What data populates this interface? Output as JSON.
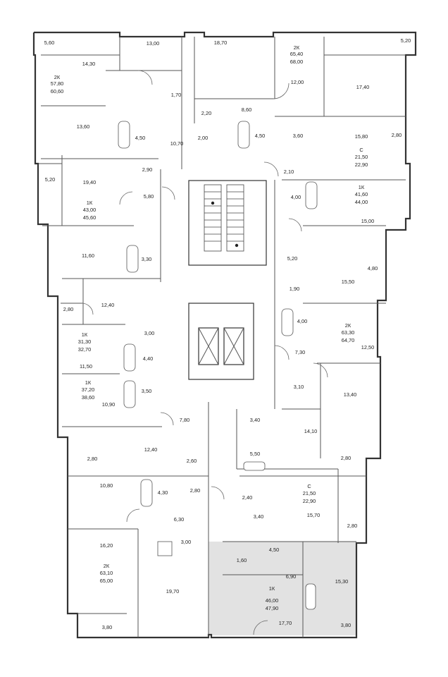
{
  "labels": {
    "t_5_60": "5,60",
    "t_13_00": "13,00",
    "t_18_70": "18,70",
    "t_5_20_top": "5,20",
    "t_14_30": "14,30",
    "t_2k_a": "2К",
    "t_57_80": "57,80",
    "t_60_60": "60,60",
    "t_2k_b": "2К",
    "t_65_40": "65,40",
    "t_68_00": "68,00",
    "t_12_00": "12,00",
    "t_17_40": "17,40",
    "t_1_70": "1,70",
    "t_2_20": "2,20",
    "t_8_60": "8,60",
    "t_13_60": "13,60",
    "t_4_50_a": "4,50",
    "t_10_70": "10,70",
    "t_2_00": "2,00",
    "t_4_50_b": "4,50",
    "t_3_60": "3,60",
    "t_15_80": "15,80",
    "t_2_80_a": "2,80",
    "t_c_a": "С",
    "t_21_50_a": "21,50",
    "t_22_90_a": "22,90",
    "t_2_90": "2,90",
    "t_2_10": "2,10",
    "t_5_20_left": "5,20",
    "t_19_40": "19,40",
    "t_1k_a": "1К",
    "t_43_00": "43,00",
    "t_45_60": "45,60",
    "t_5_80": "5,80",
    "t_4_00_a": "4,00",
    "t_1k_b": "1К",
    "t_41_60": "41,60",
    "t_44_00": "44,00",
    "t_15_00": "15,00",
    "t_11_60": "11,60",
    "t_3_30": "3,30",
    "t_5_20_mid": "5,20",
    "t_4_80": "4,80",
    "t_15_50": "15,50",
    "t_1_90": "1,90",
    "t_2_80_b": "2,80",
    "t_12_40_a": "12,40",
    "t_4_00_b": "4,00",
    "t_2k_c": "2К",
    "t_63_30": "63,30",
    "t_64_70": "64,70",
    "t_3_00_a": "3,00",
    "t_1k_c": "1К",
    "t_31_30": "31,30",
    "t_32_70": "32,70",
    "t_12_50": "12,50",
    "t_7_30": "7,30",
    "t_4_40": "4,40",
    "t_11_50": "11,50",
    "t_3_10": "3,10",
    "t_13_40": "13,40",
    "t_1k_d": "1К",
    "t_37_20": "37,20",
    "t_38_60": "38,60",
    "t_3_50": "3,50",
    "t_10_90": "10,90",
    "t_7_80": "7,80",
    "t_3_40_a": "3,40",
    "t_14_10": "14,10",
    "t_12_40_b": "12,40",
    "t_2_80_c": "2,80",
    "t_2_60": "2,60",
    "t_5_50": "5,50",
    "t_2_80_d": "2,80",
    "t_c_b": "С",
    "t_21_50_b": "21,50",
    "t_22_90_b": "22,90",
    "t_10_80": "10,80",
    "t_4_30": "4,30",
    "t_2_80_e": "2,80",
    "t_2_40": "2,40",
    "t_15_70": "15,70",
    "t_6_30": "6,30",
    "t_3_40_b": "3,40",
    "t_2_80_f": "2,80",
    "t_16_20": "16,20",
    "t_3_00_b": "3,00",
    "t_4_50_c": "4,50",
    "t_1_60": "1,60",
    "t_2k_d": "2К",
    "t_63_10": "63,10",
    "t_65_00": "65,00",
    "t_6_90": "6,90",
    "t_15_30": "15,30",
    "t_19_70": "19,70",
    "t_1k_e": "1К",
    "t_46_00": "46,00",
    "t_47_90": "47,90",
    "t_17_70": "17,70",
    "t_3_80_a": "3,80",
    "t_3_80_b": "3,80"
  }
}
